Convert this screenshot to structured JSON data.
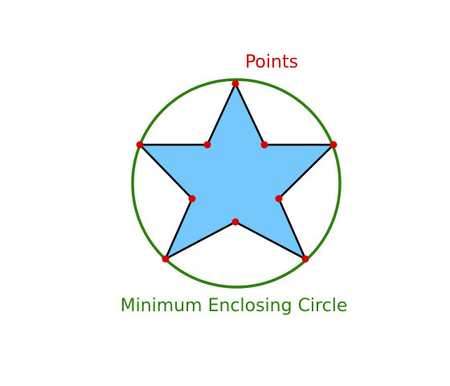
{
  "labels": {
    "points": "Points",
    "circle": "Minimum Enclosing Circle"
  },
  "colors": {
    "circle_stroke": "#2e8010",
    "star_fill": "#74c8fc",
    "star_stroke": "#000000",
    "point_fill": "#d40000",
    "points_label": "#c80000",
    "circle_label": "#2e8010"
  },
  "shape": {
    "type": "five-pointed star",
    "vertex_count": 10,
    "points_marked": 10
  }
}
